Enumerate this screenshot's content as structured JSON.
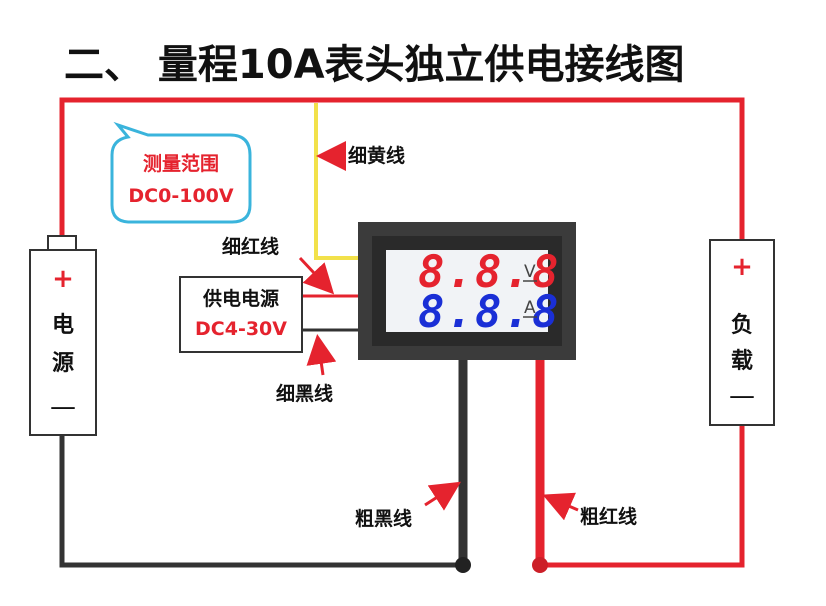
{
  "title": "二、 量程10A表头独立供电接线图",
  "bubble": {
    "line1": "测量范围",
    "line2": "DC0-100V"
  },
  "power_box": {
    "line1": "供电电源",
    "line2": "DC4-30V"
  },
  "battery": {
    "plus": "+",
    "char1": "电",
    "char2": "源",
    "minus": "—"
  },
  "load": {
    "plus": "+",
    "char1": "负",
    "char2": "载",
    "minus": "—"
  },
  "meter": {
    "voltage_reading": "8.8.8",
    "current_reading": "8.8.8",
    "voltage_unit": "V",
    "current_unit": "A"
  },
  "labels": {
    "thin_yellow": "细黄线",
    "thin_red": "细红线",
    "thin_black": "细黑线",
    "thick_black": "粗黑线",
    "thick_red": "粗红线"
  },
  "colors": {
    "red_wire": "#e5232e",
    "black_wire": "#333333",
    "yellow_wire": "#f2e14a",
    "bubble_border": "#3ab4dc",
    "voltage_digits": "#e5232e",
    "current_digits": "#1a2fd6"
  }
}
